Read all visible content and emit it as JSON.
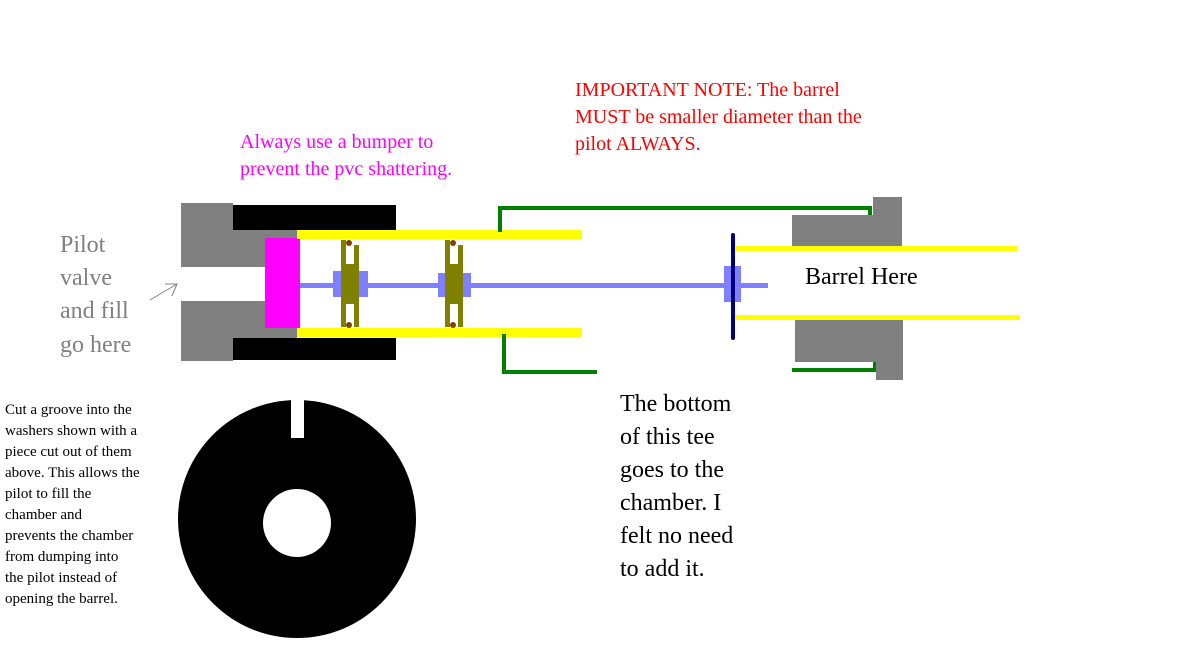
{
  "labels": {
    "pilot_lines": [
      "Pilot",
      "valve",
      "and fill",
      "go here"
    ],
    "bumper_lines": [
      "Always use a bumper to",
      "prevent the pvc shattering."
    ],
    "important_lines": [
      "IMPORTANT NOTE: The barrel",
      "MUST be smaller diameter than the",
      "pilot ALWAYS."
    ],
    "barrel": "Barrel Here",
    "tee_lines": [
      "The bottom",
      "of this tee",
      "goes to the",
      "chamber. I",
      "felt no need",
      "to add it."
    ],
    "groove_lines": [
      "Cut a groove into the",
      "washers shown with a",
      "piece cut out of them",
      "above. This allows the",
      "pilot to fill the",
      "chamber and",
      "prevents the chamber",
      "from dumping into",
      "the pilot instead of",
      "opening the barrel."
    ]
  },
  "colors": {
    "gray": "#808080",
    "black": "#000000",
    "magenta": "#ff00ff",
    "yellow": "#ffff00",
    "rod": "#8080ff",
    "washer": "#808000",
    "green": "#008000",
    "navy": "#000080",
    "red": "#ff0000",
    "pink_text": "#ff00ff",
    "gray_text": "#808080"
  }
}
